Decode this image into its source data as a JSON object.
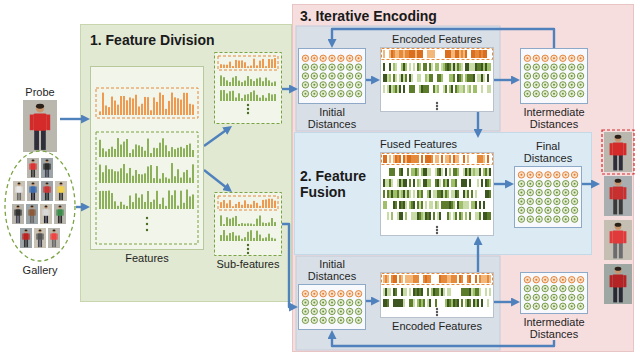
{
  "diagram": {
    "nodes": [
      {
        "text": [
          "Probe"
        ]
      },
      {
        "text": [
          "Gallery"
        ]
      },
      {
        "text": [
          "1. Feature Division"
        ]
      },
      {
        "text": [
          "Features"
        ],
        "in": 2
      },
      {
        "text": [],
        "in": 2
      },
      {
        "text": [
          "Sub-features"
        ],
        "in": 2
      },
      {
        "text": [
          "3. Iterative Encoding"
        ]
      },
      {
        "text": [
          "Initial Distances"
        ],
        "in": 6
      },
      {
        "text": [
          "Encoded Features"
        ],
        "in": 6
      },
      {
        "text": [
          "Intermediate Distances"
        ],
        "in": 6
      },
      {
        "text": [
          "2. Feature Fusion"
        ],
        "in": 6
      },
      {
        "text": [
          "Fused Features"
        ],
        "in": 10
      },
      {
        "text": [
          "Final Distances"
        ],
        "in": 10
      },
      {
        "text": [
          "Initial Distances"
        ],
        "in": 6
      },
      {
        "text": [
          "Encoded Features"
        ],
        "in": 6
      },
      {
        "text": [
          "Intermediate Distances"
        ],
        "in": 6
      }
    ],
    "edges": [
      {
        "from": 0,
        "to": 3,
        "arrow": "to"
      },
      {
        "from": 1,
        "to": 3,
        "arrow": "to"
      },
      {
        "from": 3,
        "to": 4,
        "arrow": "to"
      },
      {
        "from": 3,
        "to": 5,
        "arrow": "to"
      },
      {
        "from": 4,
        "to": 7,
        "arrow": "to"
      },
      {
        "from": 7,
        "to": 8,
        "arrow": "to"
      },
      {
        "from": 8,
        "to": 9,
        "arrow": "to"
      },
      {
        "from": 9,
        "to": 7,
        "arrow": "to"
      },
      {
        "from": 5,
        "to": 13,
        "arrow": "to"
      },
      {
        "from": 13,
        "to": 14,
        "arrow": "to"
      },
      {
        "from": 14,
        "to": 15,
        "arrow": "to"
      },
      {
        "from": 15,
        "to": 13,
        "arrow": "to"
      },
      {
        "from": 8,
        "to": 11,
        "arrow": "to"
      },
      {
        "from": 14,
        "to": 11,
        "arrow": "to"
      },
      {
        "from": 11,
        "to": 12,
        "arrow": "to"
      }
    ]
  }
}
